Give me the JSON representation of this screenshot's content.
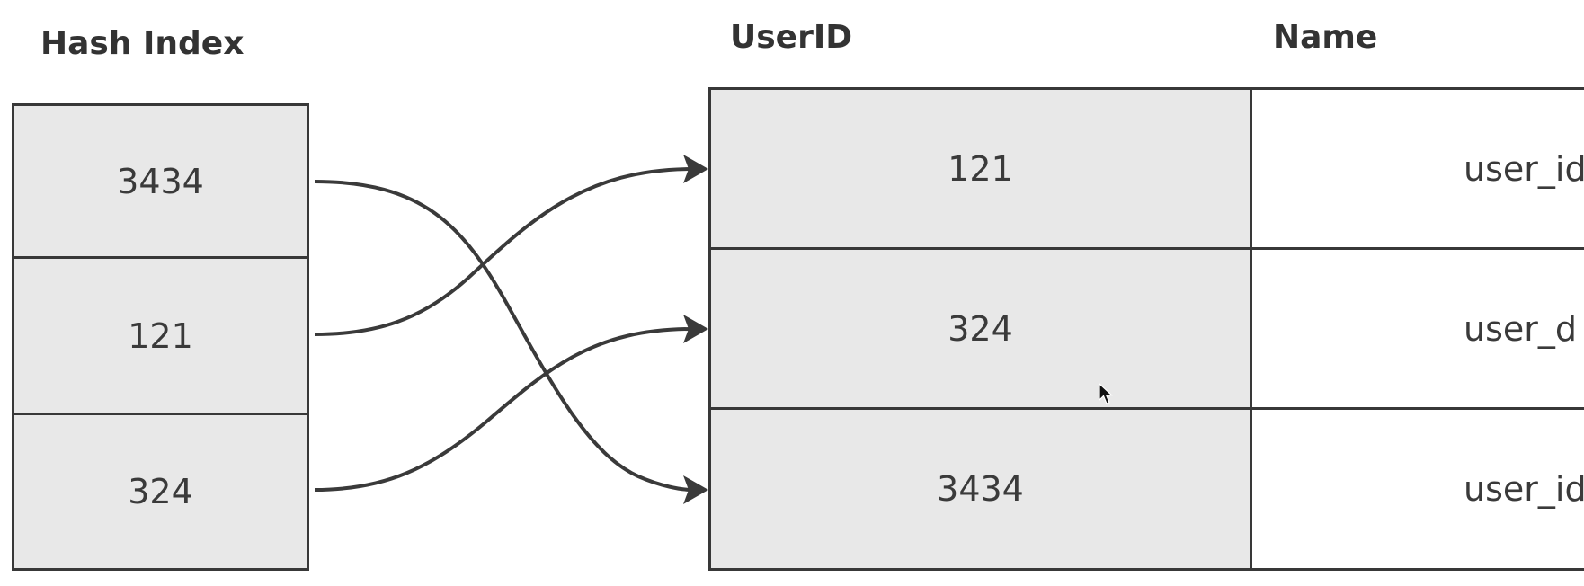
{
  "hash_index": {
    "title": "Hash Index",
    "entries": [
      "3434",
      "121",
      "324"
    ]
  },
  "table": {
    "columns": {
      "userid": "UserID",
      "name": "Name"
    },
    "rows": [
      {
        "userid": "121",
        "name": "user_id"
      },
      {
        "userid": "324",
        "name": "user_d"
      },
      {
        "userid": "3434",
        "name": "user_id"
      }
    ]
  },
  "links": [
    {
      "from_entry": "3434",
      "to_row_userid": "3434"
    },
    {
      "from_entry": "121",
      "to_row_userid": "121"
    },
    {
      "from_entry": "324",
      "to_row_userid": "324"
    }
  ],
  "colors": {
    "cell_fill": "#e8e8e8",
    "stroke": "#383838",
    "text": "#3a3a3a"
  },
  "icons": {
    "cursor": "mouse-pointer-icon"
  }
}
